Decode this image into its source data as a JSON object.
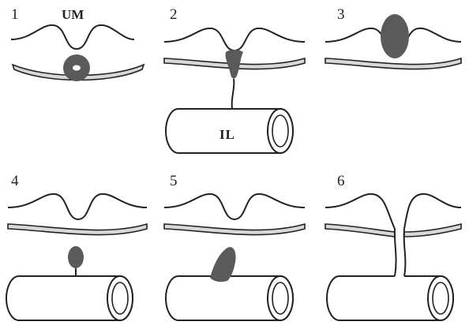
{
  "panels": [
    {
      "number": "1",
      "label": "UM"
    },
    {
      "number": "2",
      "label": "IL"
    },
    {
      "number": "3"
    },
    {
      "number": "4"
    },
    {
      "number": "5"
    },
    {
      "number": "6"
    }
  ],
  "colors": {
    "ink": "#222222",
    "lesion": "#5a5a5a",
    "band": "#d8d8d8",
    "background": "#ffffff"
  }
}
